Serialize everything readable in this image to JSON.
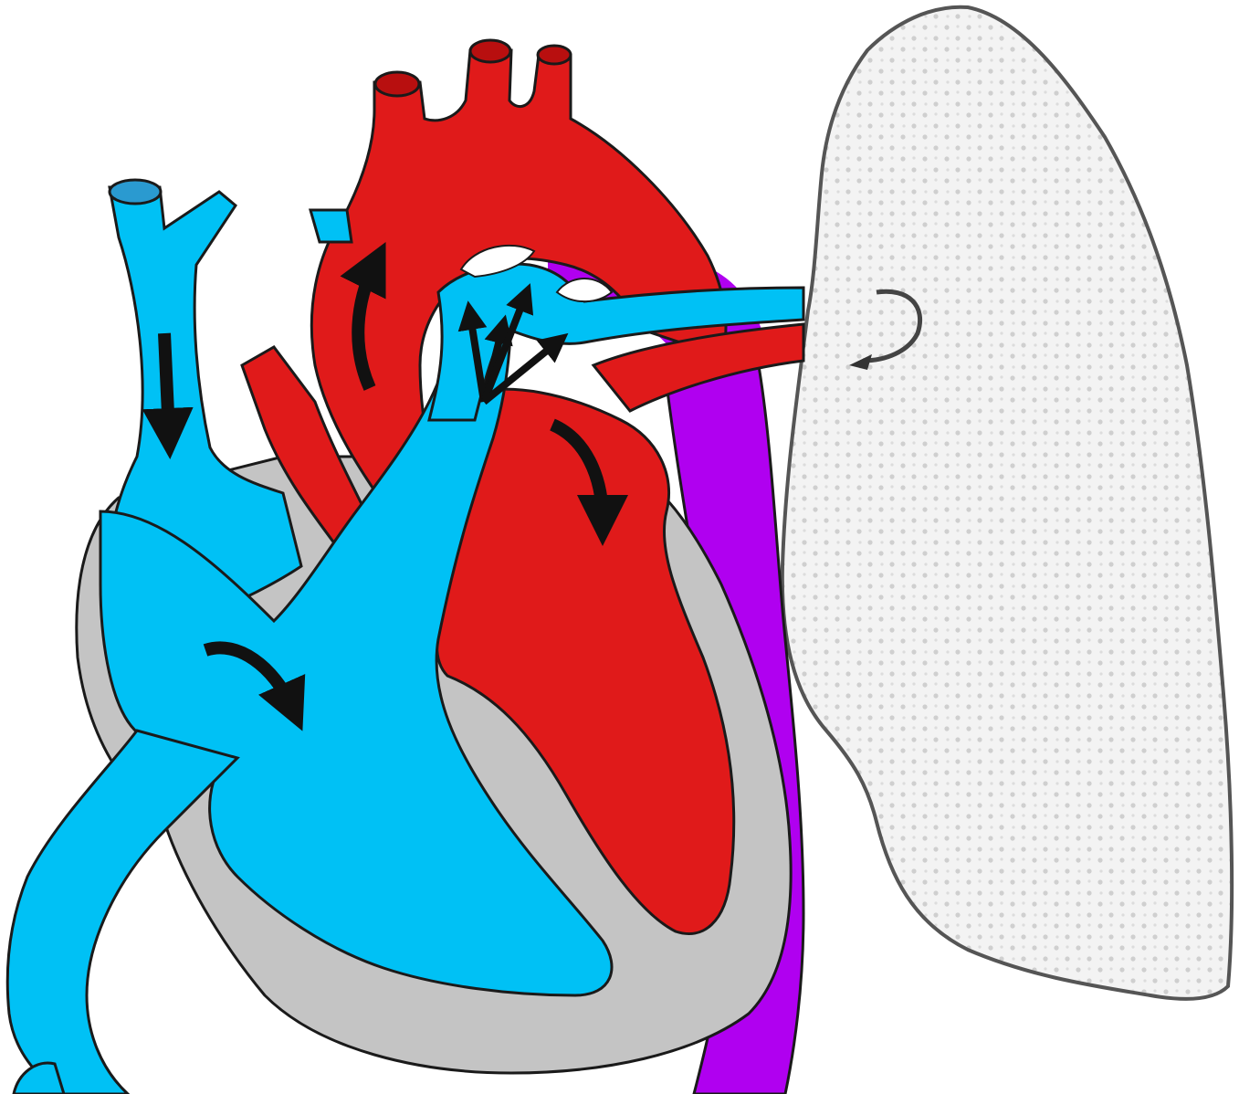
{
  "diagram": {
    "colors": {
      "background": "#ffffff",
      "deoxygenated": "#00c1f5",
      "oxygenated": "#e01a1a",
      "mixed": "#b000f0",
      "wall": "#c4c4c4",
      "lung": "#f3f3f3",
      "lung_dots": "#cfcfcf",
      "outline": "#1a1a1a",
      "arrow": "#111111"
    },
    "icons": [
      "heart",
      "lung",
      "flow-arrow"
    ]
  }
}
